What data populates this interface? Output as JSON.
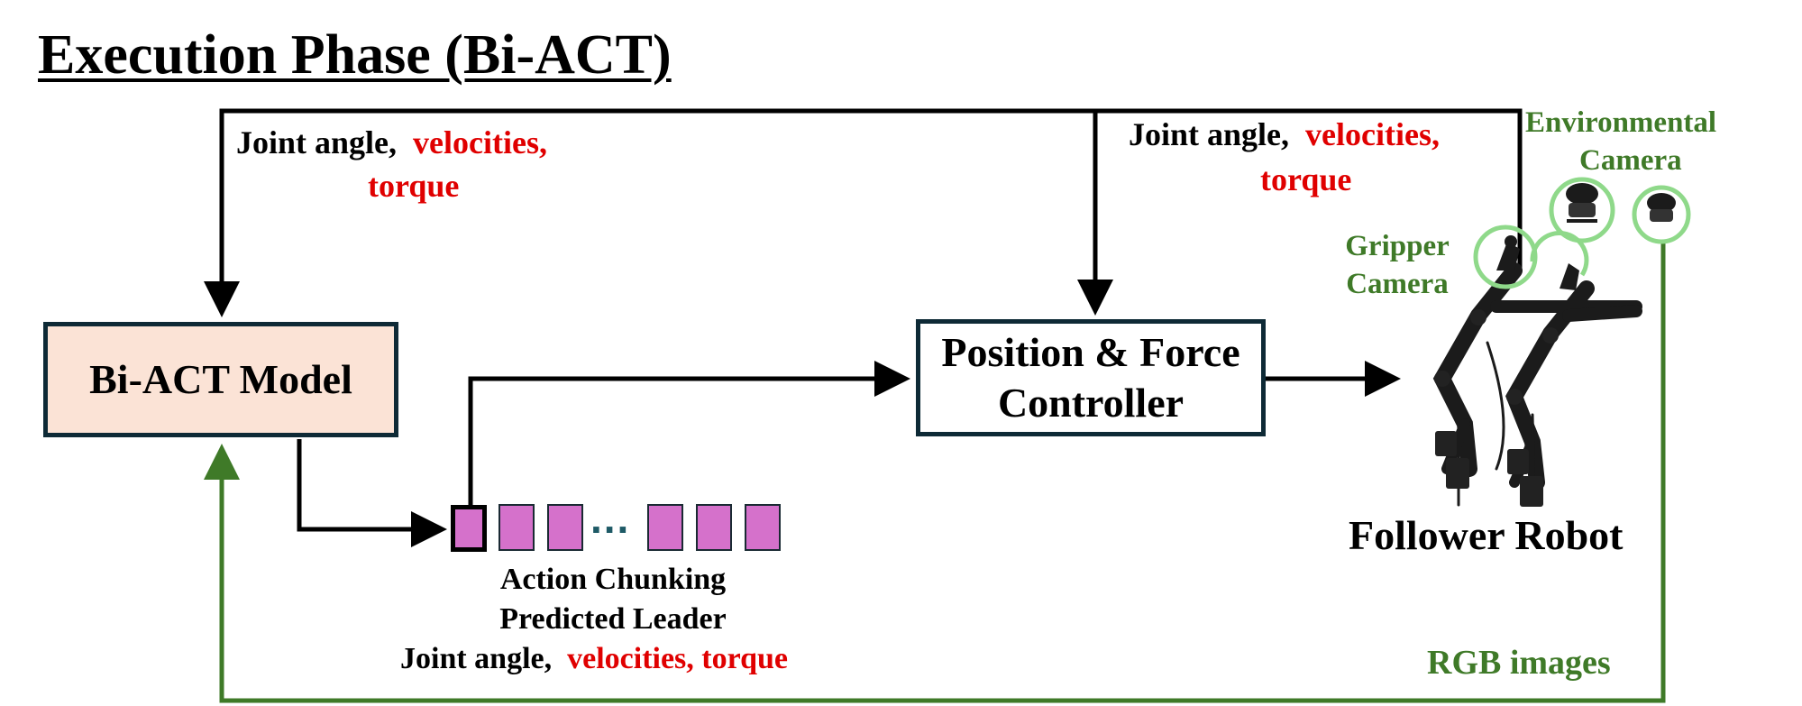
{
  "title": "Execution Phase (Bi-ACT)",
  "feedback_left": {
    "line1_black": "Joint angle,",
    "line1_red": "velocities,",
    "line2_red": "torque"
  },
  "feedback_right": {
    "line1_black": "Joint angle,",
    "line1_red": "velocities,",
    "line2_red": "torque"
  },
  "model_box": {
    "label": "Bi-ACT Model"
  },
  "controller_box": {
    "line1": "Position & Force",
    "line2": "Controller"
  },
  "action_chunking": {
    "line1": "Action Chunking",
    "line2": "Predicted Leader",
    "line3_black": "Joint angle,",
    "line3_red": "velocities, torque",
    "ellipsis": "..."
  },
  "robot": {
    "label": "Follower Robot",
    "gripper_camera": [
      "Gripper",
      "Camera"
    ],
    "environmental_camera": [
      "Environmental",
      "Camera"
    ]
  },
  "rgb_label": "RGB images",
  "colors": {
    "arrow_black": "#000000",
    "arrow_green": "#3f7a28",
    "text_red": "#e00000",
    "text_green": "#3f7a28",
    "model_fill": "#fbe3d6",
    "chunk_fill": "#d571cb",
    "camera_ring": "#8fd98a"
  }
}
